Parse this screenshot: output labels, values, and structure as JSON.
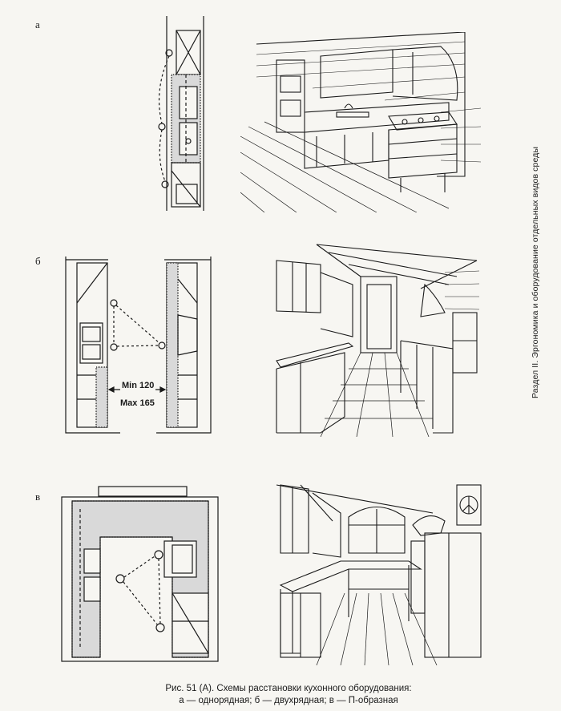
{
  "rows": {
    "a": {
      "letter": "а"
    },
    "b": {
      "letter": "б",
      "dimension_min": "Min 120",
      "dimension_max": "Max 165"
    },
    "c": {
      "letter": "в"
    }
  },
  "side_title": "Раздел II. Эргономика и оборудование отдельных видов среды",
  "caption": {
    "line1": "Рис. 51 (А). Схемы расстановки кухонного оборудования:",
    "line2": "а — однорядная; б — двухрядная; в — П-образная"
  }
}
